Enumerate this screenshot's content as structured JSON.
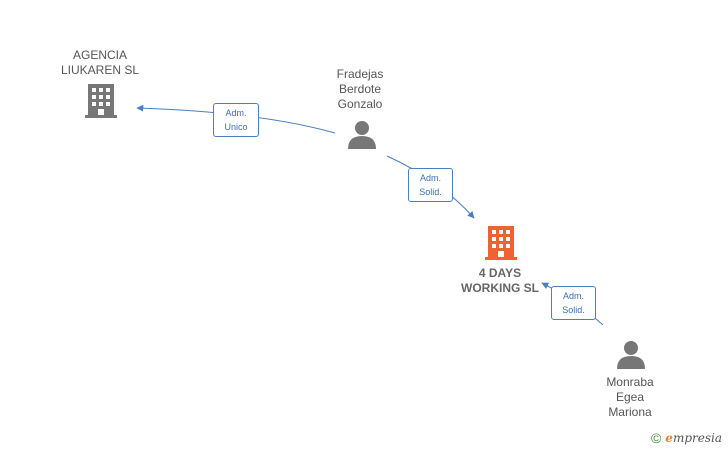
{
  "nodes": {
    "agencia": {
      "label": "AGENCIA\nLIUKAREN SL",
      "icon": "building-icon",
      "color": "#777777"
    },
    "fradejas": {
      "label": "Fradejas\nBerdote\nGonzalo",
      "icon": "person-icon",
      "color": "#777777"
    },
    "days": {
      "label": "4 DAYS\nWORKING  SL",
      "icon": "building-icon",
      "color": "#f0622f"
    },
    "monraba": {
      "label": "Monraba\nEgea\nMariona",
      "icon": "person-icon",
      "color": "#777777"
    }
  },
  "edges": {
    "e1": {
      "label": "Adm.\nUnico"
    },
    "e2": {
      "label": "Adm.\nSolid."
    },
    "e3": {
      "label": "Adm.\nSolid."
    }
  },
  "brand": {
    "copyright": "©",
    "name_e": "e",
    "name_rest": "mpresia"
  },
  "colors": {
    "edge": "#4a7fc1"
  }
}
